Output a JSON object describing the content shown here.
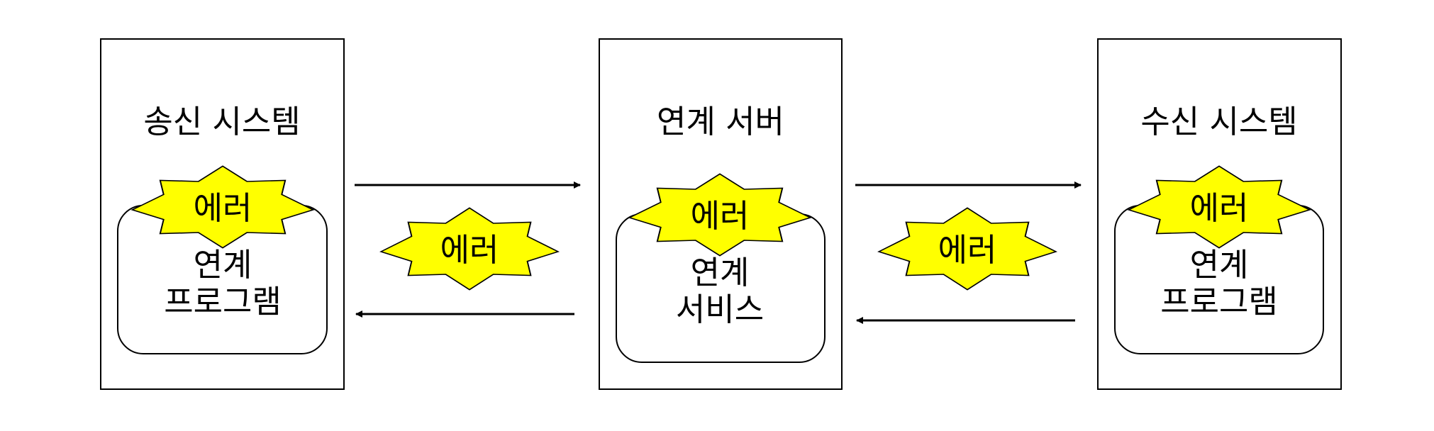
{
  "colors": {
    "burst_fill": "#ffff00",
    "stroke": "#000000",
    "background": "#ffffff"
  },
  "systems": {
    "sender": {
      "title": "송신 시스템",
      "program_line1": "연계",
      "program_line2": "프로그램",
      "error_label": "에러"
    },
    "server": {
      "title": "연계 서버",
      "service_line1": "연계",
      "service_line2": "서비스",
      "error_label": "에러"
    },
    "receiver": {
      "title": "수신 시스템",
      "program_line1": "연계",
      "program_line2": "프로그램",
      "error_label": "에러"
    }
  },
  "links": {
    "sender_server_error": "에러",
    "server_receiver_error": "에러"
  }
}
